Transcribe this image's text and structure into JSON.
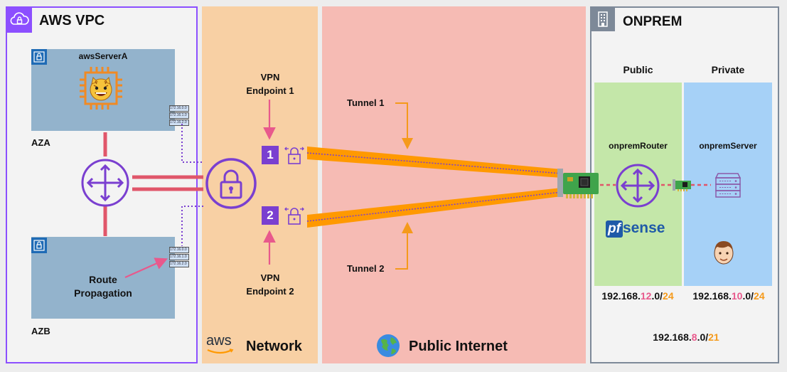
{
  "vpc": {
    "title": "AWS VPC",
    "server_a": "awsServerA",
    "aza": "AZA",
    "azb": "AZB",
    "route_propagation_1": "Route",
    "route_propagation_2": "Propagation",
    "route_table_a": [
      "172.16.0.0",
      "172.16.1.0",
      "172.16.2.0"
    ],
    "route_table_b": [
      "172.16.0.0",
      "172.16.1.0",
      "172.16.2.0"
    ]
  },
  "network": {
    "aws_logo": "aws",
    "title": "Network",
    "vpn1_line1": "VPN",
    "vpn1_line2": "Endpoint 1",
    "vpn2_line1": "VPN",
    "vpn2_line2": "Endpoint 2",
    "badge1": "1",
    "badge2": "2"
  },
  "internet": {
    "title": "Public Internet",
    "tunnel1": "Tunnel 1",
    "tunnel2": "Tunnel 2"
  },
  "onprem": {
    "title": "ONPREM",
    "public_label": "Public",
    "private_label": "Private",
    "router_label": "onpremRouter",
    "server_label": "onpremServer",
    "pfsense_pf": "pf",
    "pfsense_sense": "sense",
    "public_cidr": {
      "a": "192.168.",
      "b": "12",
      "c": ".0/",
      "d": "24"
    },
    "private_cidr": {
      "a": "192.168.",
      "b": "10",
      "c": ".0/",
      "d": "24"
    },
    "onprem_cidr": {
      "a": "192.168.",
      "b": "8",
      "c": ".0/",
      "d": "21"
    }
  },
  "colors": {
    "vpc_border": "#8c4fff",
    "network_bg": "#f8d0a4",
    "internet_bg": "#f6bbb4",
    "onprem_border": "#7d8998",
    "subnet_bg": "#93b3cc",
    "public_bg": "#c4e7a9",
    "private_bg": "#a6d1f7",
    "tunnel": "#ff9900",
    "link_red": "#e0566a",
    "pink_arrow": "#e8598c",
    "orange_arrow": "#f59a1b",
    "purple": "#7a3fd0",
    "cidr_pink": "#e8598c",
    "cidr_orange": "#f59a1b"
  }
}
